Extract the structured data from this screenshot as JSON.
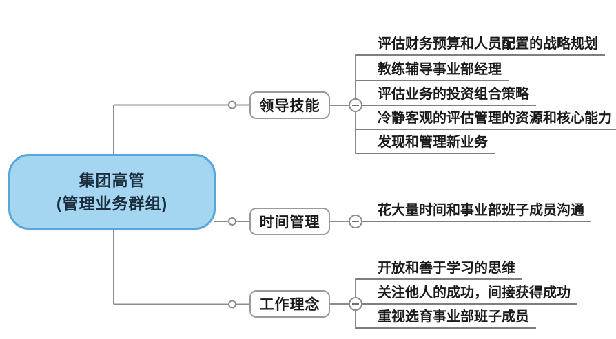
{
  "root": {
    "title_line1": "集团高管",
    "title_line2": "(管理业务群组)"
  },
  "branches": [
    {
      "label": "领导技能",
      "children": [
        "评估财务预算和人员配置的战略规划",
        "教练辅导事业部经理",
        "评估业务的投资组合策略",
        "冷静客观的评估管理的资源和核心能力",
        "发现和管理新业务"
      ]
    },
    {
      "label": "时间管理",
      "children": [
        "花大量时间和事业部班子成员沟通"
      ]
    },
    {
      "label": "工作理念",
      "children": [
        "开放和善于学习的思维",
        "关注他人的成功，间接获得成功",
        "重视选育事业部班子成员"
      ]
    }
  ],
  "icons": {
    "collapse_toggle": "minus-in-circle",
    "connector_dot": "open-circle"
  },
  "colors": {
    "background": "#ffffff",
    "root_fill": "#a4d6f2",
    "root_border": "#58a5da",
    "root_text": "#1b2d3f",
    "branch_fill": "#ffffff",
    "branch_border": "#9a9a9a",
    "branch_text": "#1a1a1a",
    "connector_line": "#8c8c8c",
    "leaf_underline": "#7f7f7f",
    "leaf_text": "#1a1a1a"
  }
}
